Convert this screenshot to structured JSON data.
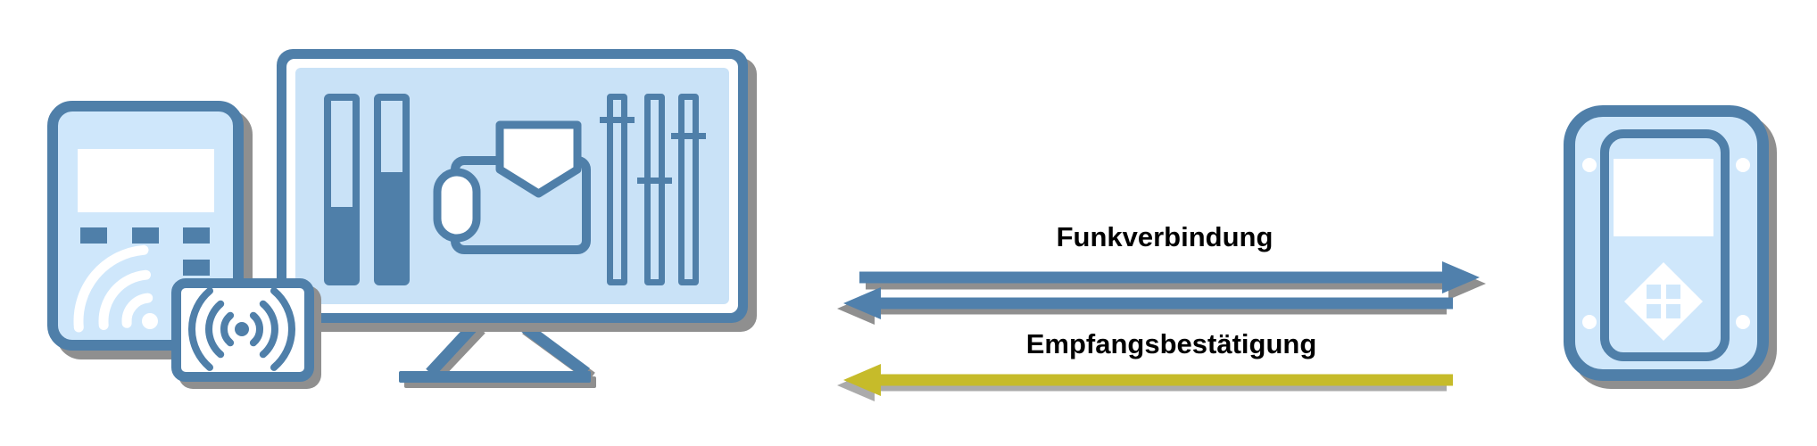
{
  "diagram": {
    "labels": {
      "radio_link": "Funkverbindung",
      "acknowledgment": "Empfangsbestätigung"
    },
    "arrows": [
      {
        "name": "radio-link-to-device",
        "direction": "right",
        "color": "blue"
      },
      {
        "name": "radio-link-to-software",
        "direction": "left",
        "color": "blue"
      },
      {
        "name": "acknowledgment-to-software",
        "direction": "left",
        "color": "yellow"
      }
    ],
    "icons": {
      "left_group": [
        "handheld-programmer",
        "radio-waves",
        "rfid-tag",
        "monitor",
        "level-bars",
        "download-shield",
        "sliders",
        "monitor-stand"
      ],
      "right_group": [
        "field-device",
        "device-display",
        "dpad-diamond",
        "screw-holes"
      ]
    },
    "colors": {
      "stroke_blue": "#4f7fa9",
      "fill_light": "#cfe7fb",
      "screen_blue": "#c9e2f7",
      "arrow_blue": "#5080ac",
      "arrow_yellow": "#c6bb2a",
      "shadow_gray": "#8f8f8f",
      "shadow_light": "#ababab",
      "label_text": "#000000",
      "white": "#ffffff"
    }
  }
}
